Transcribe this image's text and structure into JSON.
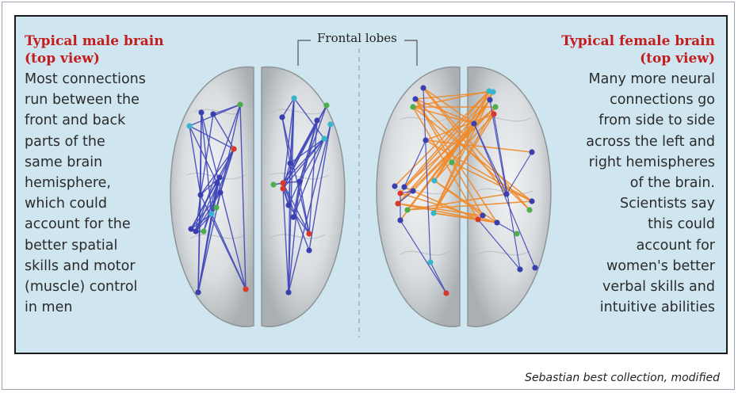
{
  "male": {
    "title_line1": "Typical male brain",
    "title_line2": "(top view)",
    "lines": [
      "Most connections",
      "run between the",
      "front and back",
      "parts of the",
      "same brain",
      "hemisphere,",
      "which could",
      "account for the",
      "better spatial",
      "skills and motor",
      "(muscle) control",
      "in men"
    ]
  },
  "female": {
    "title_line1": "Typical female brain",
    "title_line2": "(top view)",
    "lines": [
      "Many more neural",
      "connections go",
      "from side to side",
      "across the left and",
      "right hemispheres",
      "of the brain.",
      "Scientists say",
      "this could",
      "account for",
      "women's better",
      "verbal skills and",
      "intuitive abilities"
    ]
  },
  "diagram": {
    "frontal_label": "Frontal lobes"
  },
  "credit": "Sebastian best collection, modified",
  "colors": {
    "panel_bg": "#cfe5ef",
    "title_red": "#c41d1d",
    "intra_connection": "#4048b8",
    "inter_connection": "#f08a2a",
    "node_blue": "#3a3fb0",
    "node_green": "#4cae4c",
    "node_cyan": "#37b5c9",
    "node_red": "#d8392b"
  }
}
